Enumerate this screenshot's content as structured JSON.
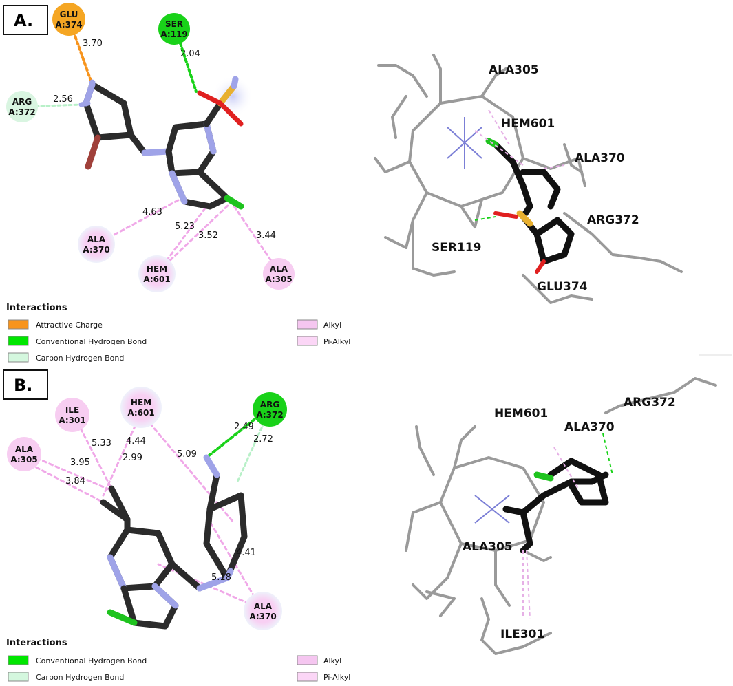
{
  "panels": {
    "a": {
      "label": "A.",
      "residues": {
        "glu374": [
          "GLU",
          "A:374"
        ],
        "ser119": [
          "SER",
          "A:119"
        ],
        "arg372": [
          "ARG",
          "A:372"
        ],
        "ala370": [
          "ALA",
          "A:370"
        ],
        "hem601": [
          "HEM",
          "A:601"
        ],
        "ala305": [
          "ALA",
          "A:305"
        ]
      },
      "distances": [
        "3.70",
        "2.04",
        "2.56",
        "4.63",
        "5.23",
        "3.52",
        "3.44"
      ],
      "labels3d": [
        "ALA305",
        "HEM601",
        "ALA370",
        "ARG372",
        "SER119",
        "GLU374"
      ]
    },
    "b": {
      "label": "B.",
      "residues": {
        "ile301": [
          "ILE",
          "A:301"
        ],
        "hem601": [
          "HEM",
          "A:601"
        ],
        "arg372": [
          "ARG",
          "A:372"
        ],
        "ala305": [
          "ALA",
          "A:305"
        ],
        "ala370": [
          "ALA",
          "A:370"
        ]
      },
      "distances": [
        "5.33",
        "4.44",
        "2.49",
        "2.72",
        "3.95",
        "2.99",
        "5.09",
        "3.84",
        "4.41",
        "5.18"
      ],
      "labels3d": [
        "HEM601",
        "ALA370",
        "ARG372",
        "ALA305",
        "ILE301"
      ]
    }
  },
  "legends": {
    "a": {
      "title": "Interactions",
      "items": [
        {
          "label": "Attractive Charge",
          "color": "#f7941d"
        },
        {
          "label": "Conventional Hydrogen Bond",
          "color": "#00e600"
        },
        {
          "label": "Carbon Hydrogen Bond",
          "color": "#d4f7de"
        },
        {
          "label": "Alkyl",
          "color": "#f5c6f0"
        },
        {
          "label": "Pi-Alkyl",
          "color": "#fbd6f6"
        }
      ]
    },
    "b": {
      "title": "Interactions",
      "items": [
        {
          "label": "Conventional Hydrogen Bond",
          "color": "#00e600"
        },
        {
          "label": "Carbon Hydrogen Bond",
          "color": "#d4f7de"
        },
        {
          "label": "Alkyl",
          "color": "#f5c6f0"
        },
        {
          "label": "Pi-Alkyl",
          "color": "#fbd6f6"
        }
      ]
    }
  },
  "colors": {
    "carbon": "#2b2b2b",
    "nitrogen": "#9fa3e8",
    "oxygen": "#e02020",
    "sulfur": "#e8b030",
    "chlorine": "#1ec31e",
    "bromine": "#a0403a",
    "hbond": "#19d219",
    "charge": "#f7941d",
    "alkyl": "#f0a8e8",
    "chbond": "#b8f0c8"
  }
}
